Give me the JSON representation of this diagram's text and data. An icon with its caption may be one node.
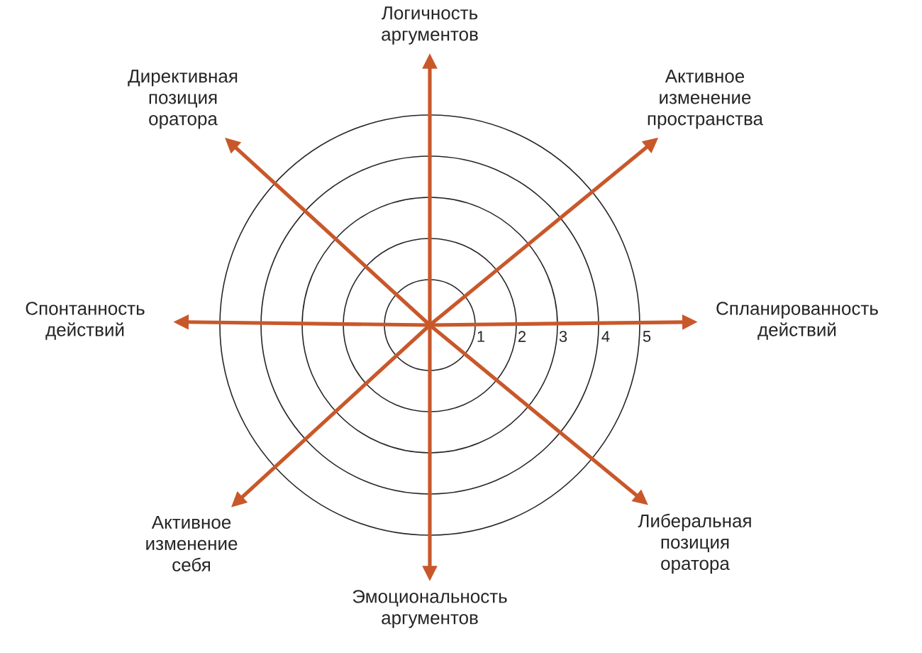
{
  "diagram": {
    "nodes": [
      {
        "text": [
          "Директивная позиция оратора"
        ]
      },
      {
        "text": [
          "Логичность аргументов"
        ]
      },
      {
        "text": [
          "Активное изменение пространства"
        ]
      },
      {
        "text": [
          "Спонтанность действий"
        ]
      },
      {
        "text": [
          "Спланированность действий"
        ]
      },
      {
        "text": [
          "Активное изменение себя"
        ]
      },
      {
        "text": [
          "Либеральная позиция оратора"
        ]
      },
      {
        "text": [
          "Эмоциональность аргументов"
        ]
      }
    ],
    "edges": [
      {
        "from": null,
        "to": 0,
        "arrow": "to"
      },
      {
        "from": null,
        "to": 1,
        "arrow": "to"
      },
      {
        "from": null,
        "to": 2,
        "arrow": "to"
      },
      {
        "from": null,
        "to": 3,
        "arrow": "to"
      },
      {
        "from": null,
        "to": 4,
        "arrow": "to"
      },
      {
        "from": null,
        "to": 5,
        "arrow": "to"
      },
      {
        "from": null,
        "to": 6,
        "arrow": "to"
      },
      {
        "from": null,
        "to": 7,
        "arrow": "to"
      }
    ],
    "labels": [
      "1",
      "2",
      "3",
      "4",
      "5"
    ]
  }
}
